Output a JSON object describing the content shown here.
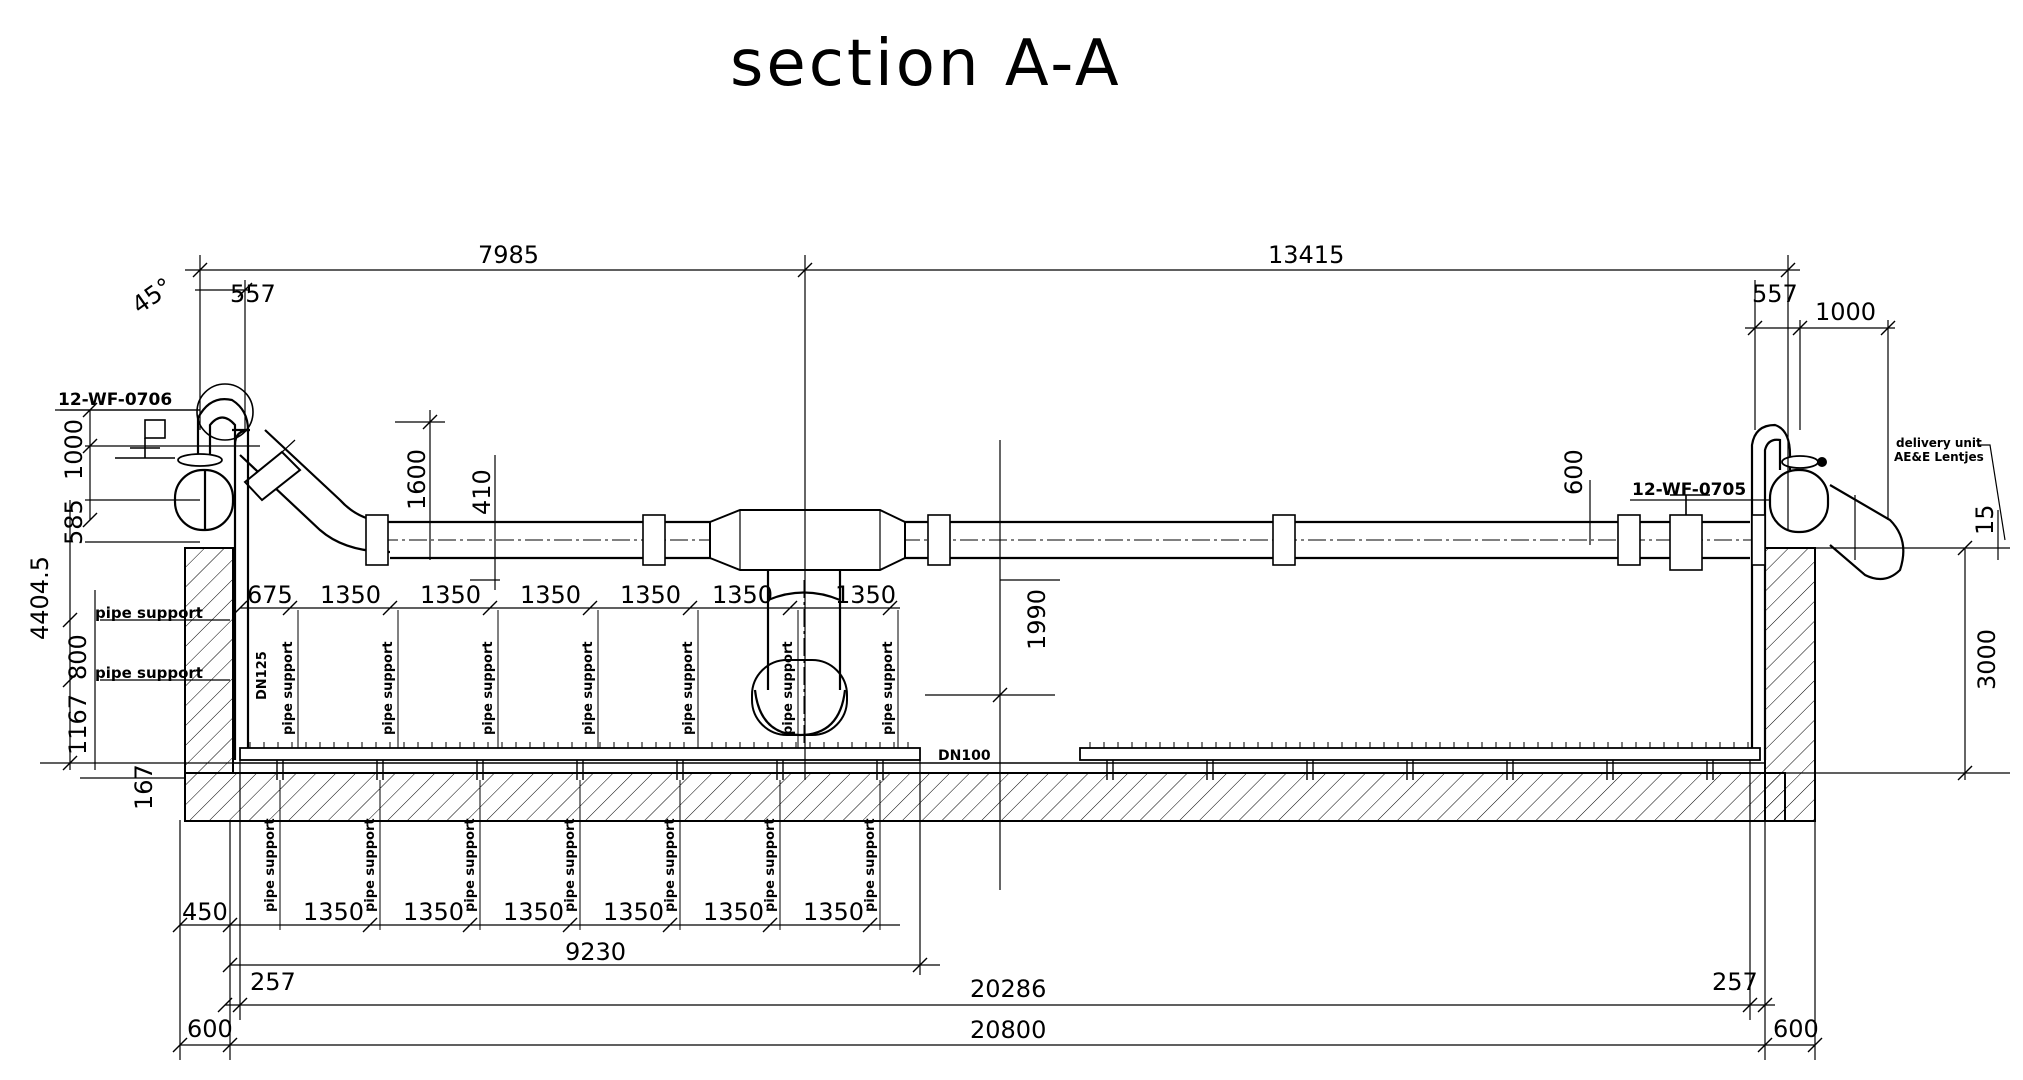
{
  "title": "section A-A",
  "labels": {
    "pipe_left": "12-WF-0706",
    "pipe_right": "12-WF-0705",
    "delivery_line1": "delivery unit",
    "delivery_line2": "AE&E Lentjes",
    "pipe_support": "pipe support",
    "dn125": "DN125",
    "dn100": "DN100"
  },
  "dimensions": {
    "top_left": "7985",
    "top_right": "13415",
    "angle": "45°",
    "d557_left": "557",
    "d557_right": "557",
    "d1000_right": "1000",
    "d1000_left_vertical": "1000",
    "d585": "585",
    "d4404": "4404.5",
    "d800": "800",
    "d1167": "1167",
    "d167": "167",
    "d1600": "1600",
    "d410": "410",
    "d600_vertical": "600",
    "d1990": "1990",
    "d3000": "3000",
    "d15": "15",
    "d675": "675",
    "upper_spacing": [
      "1350",
      "1350",
      "1350",
      "1350",
      "1350",
      "1350"
    ],
    "lower_spacing": [
      "1350",
      "1350",
      "1350",
      "1350",
      "1350",
      "1350"
    ],
    "d450": "450",
    "d9230": "9230",
    "d257_left": "257",
    "d257_right": "257",
    "d20286": "20286",
    "d600_left": "600",
    "d600_right": "600",
    "d20800": "20800"
  }
}
